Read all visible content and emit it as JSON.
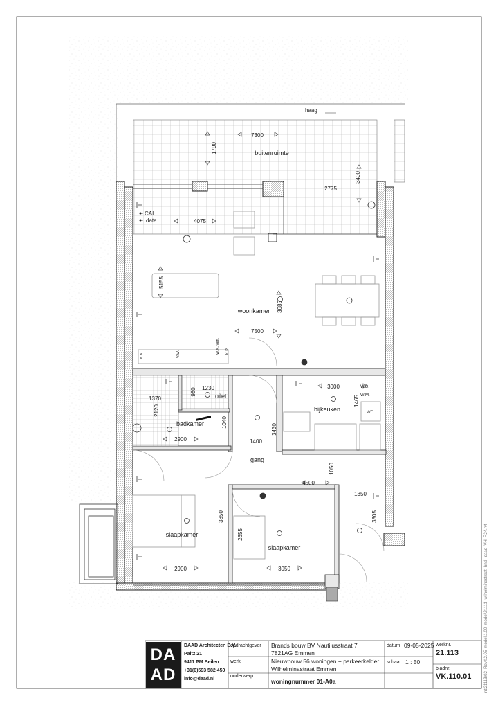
{
  "plan": {
    "rooms": {
      "outdoor": "buitenruimte",
      "living": "woonkamer",
      "toilet": "toilet",
      "bathroom": "badkamer",
      "kitchen": "bijkeuken",
      "hall": "gang",
      "bedroom1": "slaapkamer",
      "bedroom2": "slaapkamer"
    },
    "labels": {
      "hedge": "haag",
      "cai": "CAI",
      "data": "data",
      "kk": "K.K.",
      "vw": "V.W.",
      "wkverl": "W.K./Verl.",
      "kp": "K.P.",
      "wd": "W.D.",
      "wm": "W.M.",
      "wc": "WC"
    },
    "dimensions": {
      "d7300": "7300",
      "d1790": "1790",
      "d3400": "3400",
      "d2775": "2775",
      "d4075": "4075",
      "d5155": "5155",
      "d3685": "3685",
      "d7500": "7500",
      "d1230": "1230",
      "d980": "980",
      "d1370": "1370",
      "d2120": "2120",
      "d2900a": "2900",
      "d1040": "1040",
      "d1400": "1400",
      "d3430": "3430",
      "d3000": "3000",
      "d1465": "1465",
      "d1050": "1050",
      "d4500": "4500",
      "d1350": "1350",
      "d3805": "3805",
      "d3850": "3850",
      "d2655": "2655",
      "d2900b": "2900",
      "d3050": "3050"
    }
  },
  "titleblock": {
    "firm_name": "DAAD Architecten B.V.",
    "address1": "Paltz 21",
    "address2": "9411 PM Beilen",
    "phone": "+31(0)593 582 450",
    "email": "info@daad.nl",
    "logo_top": "DA",
    "logo_bottom": "AD",
    "client_label": "opdrachtgever",
    "client_line1": "Brands bouw BV Nautilusstraat 7",
    "client_line2": "7821AG  Emmen",
    "work_label": "werk",
    "work_line1": "Nieuwbouw 56 woningen + parkeerkelder",
    "work_line2": "Wilhelminastraat Emmen",
    "subject_label": "onderwerp",
    "subject": "woningnummer 01-A0a",
    "date_label": "datum",
    "date": "09-05-2025",
    "scale_label": "schaal",
    "scale": "1 : 50",
    "job_label": "werknr.",
    "job": "21.113",
    "sheet_label": "bladnr.",
    "sheet": "VK.110.01"
  },
  "side_note": "nt:21113\\02_Revit\\2.05_model\\1.00_model\\21113_wilhelminastraat_bndl_daad_VH_R24.rvt"
}
